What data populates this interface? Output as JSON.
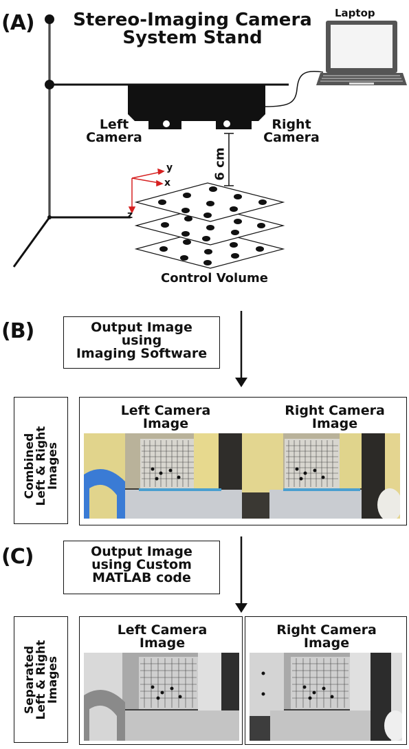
{
  "panel_a": {
    "label": "(A)",
    "title_lines": [
      "Stereo-Imaging Camera",
      "System Stand"
    ],
    "laptop_label": "Laptop",
    "left_camera_lines": [
      "Left",
      "Camera"
    ],
    "right_camera_lines": [
      "Right",
      "Camera"
    ],
    "distance_label": "6 cm",
    "axis_x": "x",
    "axis_y": "y",
    "axis_z": "z",
    "control_volume_label": "Control Volume"
  },
  "panel_b": {
    "label": "(B)",
    "box_lines": [
      "Output Image",
      "using",
      "Imaging Software"
    ],
    "side_label_lines": [
      "Combined",
      "Left & Right",
      "Images"
    ],
    "left_image_lines": [
      "Left Camera",
      "Image"
    ],
    "right_image_lines": [
      "Right Camera",
      "Image"
    ]
  },
  "panel_c": {
    "label": "(C)",
    "box_lines": [
      "Output Image",
      "using Custom",
      "MATLAB code"
    ],
    "side_label_lines": [
      "Separated",
      "Left & Right",
      "Images"
    ],
    "left_image_lines": [
      "Left Camera",
      "Image"
    ],
    "right_image_lines": [
      "Right Camera",
      "Image"
    ]
  },
  "colors": {
    "stand": "#111111",
    "stand_grey": "#555555",
    "axes": "#d62020",
    "laptop_body": "#555555",
    "laptop_screen": "#f4f4f4",
    "tape_blue": "#3a7bd5",
    "foam_yellow": "#e8d98a"
  }
}
